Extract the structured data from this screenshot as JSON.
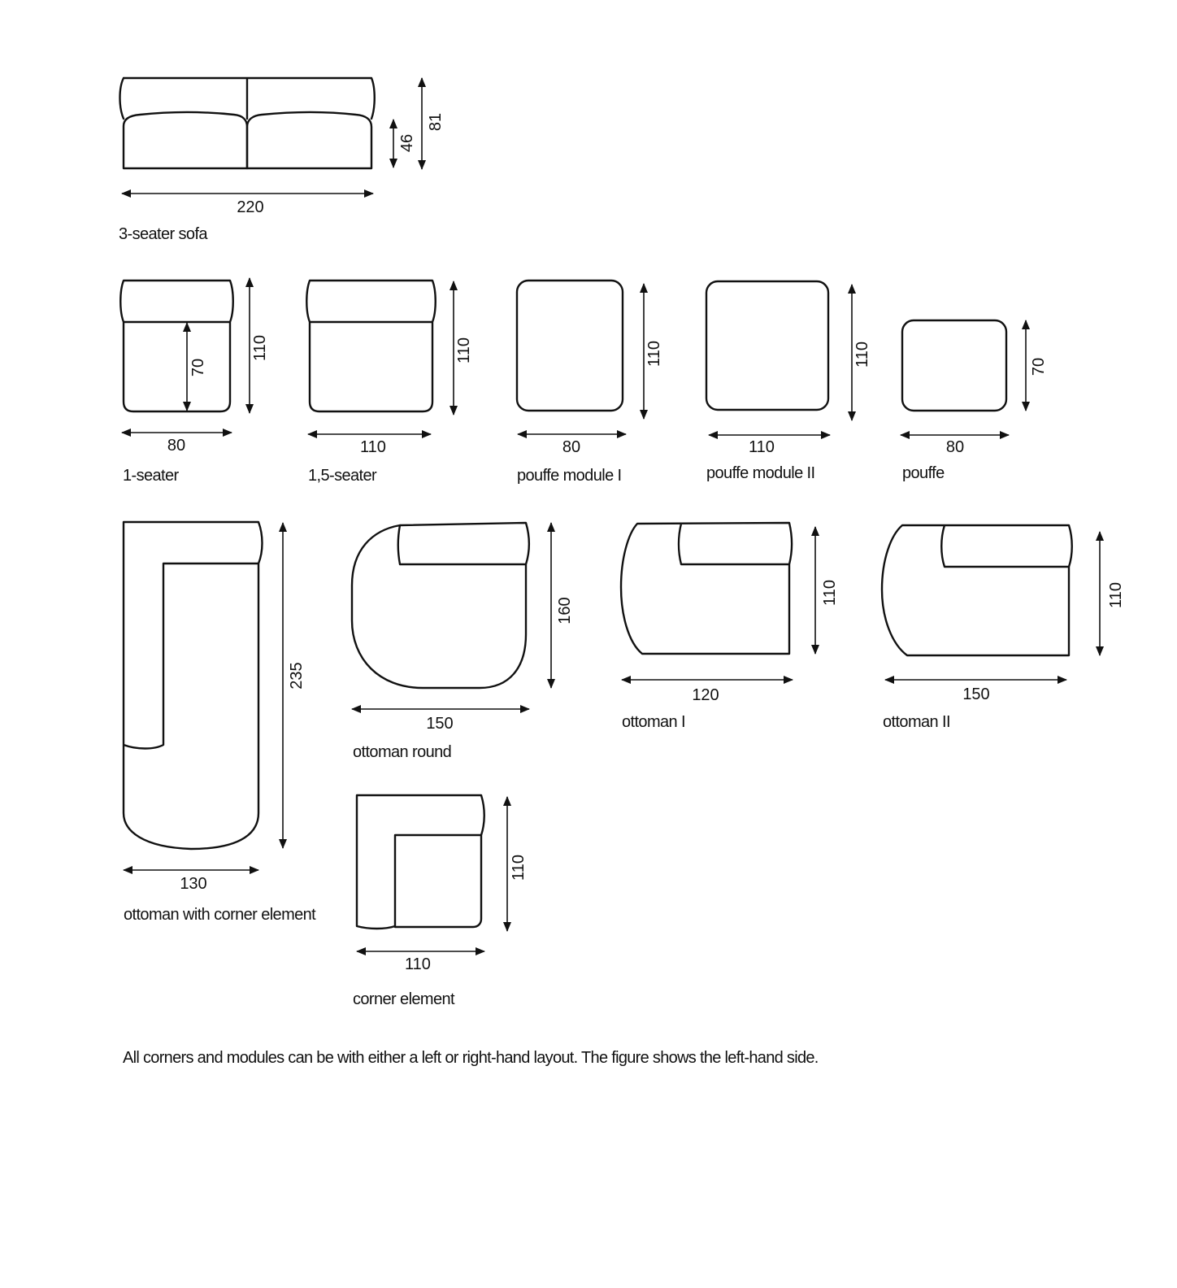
{
  "colors": {
    "line": "#111111",
    "background": "#ffffff"
  },
  "modules": {
    "sofa3": {
      "label": "3-seater sofa",
      "width": "220",
      "seat_height": "46",
      "height": "81"
    },
    "seater1": {
      "label": "1-seater",
      "width": "80",
      "depth": "110",
      "seat_depth": "70"
    },
    "seater15": {
      "label": "1,5-seater",
      "width": "110",
      "depth": "110"
    },
    "pouffe1": {
      "label": "pouffe module I",
      "width": "80",
      "depth": "110"
    },
    "pouffe2": {
      "label": "pouffe module II",
      "width": "110",
      "depth": "110"
    },
    "pouffe": {
      "label": "pouffe",
      "width": "80",
      "depth": "70"
    },
    "ottomanCorner": {
      "label": "ottoman with corner element",
      "width": "130",
      "depth": "235"
    },
    "ottomanRound": {
      "label": "ottoman round",
      "width": "150",
      "depth": "160"
    },
    "ottoman1": {
      "label": "ottoman I",
      "width": "120",
      "depth": "110"
    },
    "ottoman2": {
      "label": "ottoman II",
      "width": "150",
      "depth": "110"
    },
    "cornerElement": {
      "label": "corner element",
      "width": "110",
      "depth": "110"
    }
  },
  "footnote": "All corners and modules can be with either a left or right-hand layout. The figure shows the left-hand side."
}
